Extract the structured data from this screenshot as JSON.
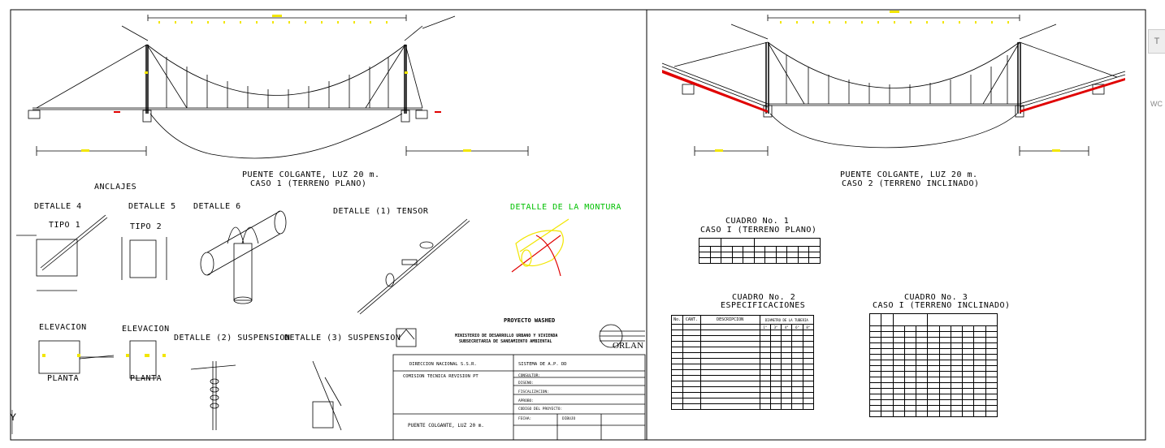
{
  "sheet_left": {
    "case1_title": "PUENTE COLGANTE, LUZ 20 m.",
    "case1_subtitle": "CASO 1 (TERRENO PLANO)",
    "anclajes": "ANCLAJES",
    "detalle4": "DETALLE 4",
    "tipo1": "TIPO 1",
    "detalle5": "DETALLE 5",
    "tipo2": "TIPO 2",
    "detalle6": "DETALLE 6",
    "detalle1": "DETALLE (1) TENSOR",
    "montura": "DETALLE DE LA MONTURA",
    "elevacion1": "ELEVACION",
    "elevacion2": "ELEVACION",
    "detalle2": "DETALLE (2) SUSPENSION",
    "detalle3": "DETALLE (3) SUSPENSION",
    "planta1": "PLANTA",
    "planta2": "PLANTA",
    "proyecto": "PROYECTO WASHED",
    "ministerio": "MINISTERIO DE DESARROLLO URBANO Y VIVIENDA",
    "subsecretaria": "SUBSECRETARIA DE SANEAMIENTO AMBIENTAL",
    "logo_text": "ORLAN"
  },
  "title_block": {
    "direccion": "DIRECCION NACIONAL S.S.R.",
    "sistema": "SISTEMA DE A.P. DD",
    "comision": "COMISION TECNICA REVISION PT",
    "consultor": "CONSULTOR:",
    "diseno": "DISENO:",
    "fiscalizacion": "FISCALIZACION:",
    "aprobo": "APROBO:",
    "codigo": "CODIGO DEL PROYECTO:",
    "fecha": "FECHA:",
    "dibujo": "DIBUJO",
    "puente": "PUENTE COLGANTE, LUZ 20 m."
  },
  "sheet_right": {
    "case2_title": "PUENTE COLGANTE, LUZ 20 m.",
    "case2_subtitle": "CASO 2 (TERRENO INCLINADO)",
    "cuadro1_title": "CUADRO No. 1",
    "cuadro1_sub": "CASO I (TERRENO PLANO)",
    "cuadro2_title": "CUADRO No. 2",
    "cuadro2_sub": "ESPECIFICACIONES",
    "cuadro3_title": "CUADRO No. 3",
    "cuadro3_sub": "CASO I (TERRENO INCLINADO)",
    "cuadro2_headers": [
      "No.",
      "CANT.",
      "DESCRIPCION",
      "DIAMETRO DE LA TUBERIA"
    ],
    "cuadro2_diams": [
      "1\"",
      "3\"",
      "4\"",
      "6\"",
      "8\""
    ]
  },
  "viewer": {
    "side_button": "T",
    "side_label": "WC",
    "axis_label": "Y"
  },
  "colors": {
    "highlight_yellow": "#f2e600",
    "detail_green": "#00c000",
    "detail_red": "#e00000"
  }
}
